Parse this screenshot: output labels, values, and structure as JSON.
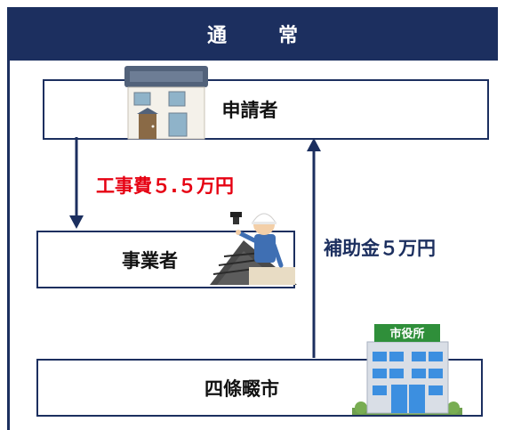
{
  "header": {
    "title": "通　常"
  },
  "nodes": {
    "applicant": "申請者",
    "business": "事業者",
    "city": "四條畷市"
  },
  "flows": {
    "construction_cost": "工事費５.５万円",
    "subsidy": "補助金５万円"
  },
  "icons": {
    "house": "house-icon",
    "worker": "roof-worker-icon",
    "city_hall": "city-hall-icon",
    "city_hall_sign": "市役所"
  },
  "colors": {
    "navy": "#1c2f5f",
    "cost_red": "#e60012"
  }
}
